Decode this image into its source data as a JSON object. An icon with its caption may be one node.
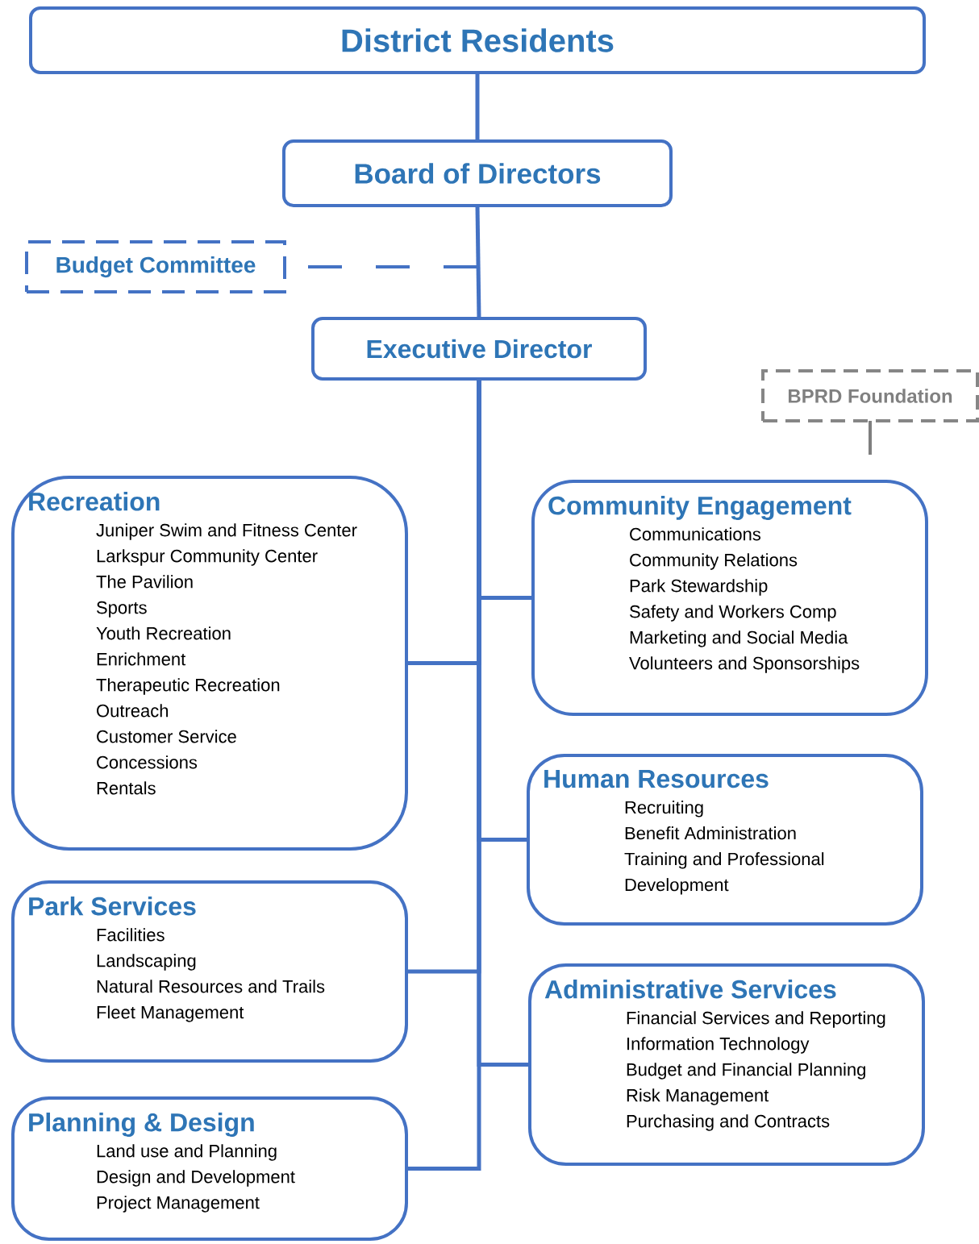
{
  "diagram": {
    "nodes": [
      {
        "text": [
          "District Residents"
        ]
      },
      {
        "text": [
          "Board of Directors"
        ]
      },
      {
        "text": [
          "Budget Committee"
        ]
      },
      {
        "text": [
          "Executive Director"
        ]
      },
      {
        "text": [
          "BPRD Foundation"
        ]
      },
      {
        "text": [
          "Recreation",
          "Juniper Swim and Fitness Center",
          "Larkspur Community Center",
          "The Pavilion",
          "Sports",
          "Youth Recreation",
          "Enrichment",
          "Therapeutic Recreation",
          "Outreach",
          "Customer Service",
          "Concessions",
          "Rentals"
        ]
      },
      {
        "text": [
          "Community Engagement",
          "Communications",
          "Community Relations",
          "Park Stewardship",
          "Safety and Workers Comp",
          "Marketing and Social Media",
          "Volunteers and Sponsorships"
        ]
      },
      {
        "text": [
          "Human Resources",
          "Recruiting",
          "Benefit Administration",
          "Training and Professional Development"
        ]
      },
      {
        "text": [
          "Park Services",
          "Facilities",
          "Landscaping",
          "Natural Resources and Trails",
          "Fleet Management"
        ]
      },
      {
        "text": [
          "Administrative Services",
          "Financial Services and Reporting",
          "Information Technology",
          "Budget and Financial Planning",
          "Risk Management",
          "Purchasing and Contracts"
        ]
      },
      {
        "text": [
          "Planning & Design",
          "Land use and Planning",
          "Design and Development",
          "Project Management"
        ]
      }
    ],
    "edges": [
      {
        "from": 0,
        "to": 1,
        "arrow": "none"
      },
      {
        "from": 1,
        "to": 3,
        "arrow": "none"
      },
      {
        "from": 2,
        "to": null,
        "arrow": "none",
        "style": "dashed"
      },
      {
        "from": 4,
        "to": 6,
        "arrow": "none",
        "style": "dashed",
        "color": "#7f7f7f"
      },
      {
        "from": 3,
        "to": 5,
        "arrow": "none"
      },
      {
        "from": 3,
        "to": 6,
        "arrow": "none"
      },
      {
        "from": 3,
        "to": 7,
        "arrow": "none"
      },
      {
        "from": 3,
        "to": 8,
        "arrow": "none"
      },
      {
        "from": 3,
        "to": 9,
        "arrow": "none"
      },
      {
        "from": 3,
        "to": 10,
        "arrow": "none"
      }
    ]
  }
}
